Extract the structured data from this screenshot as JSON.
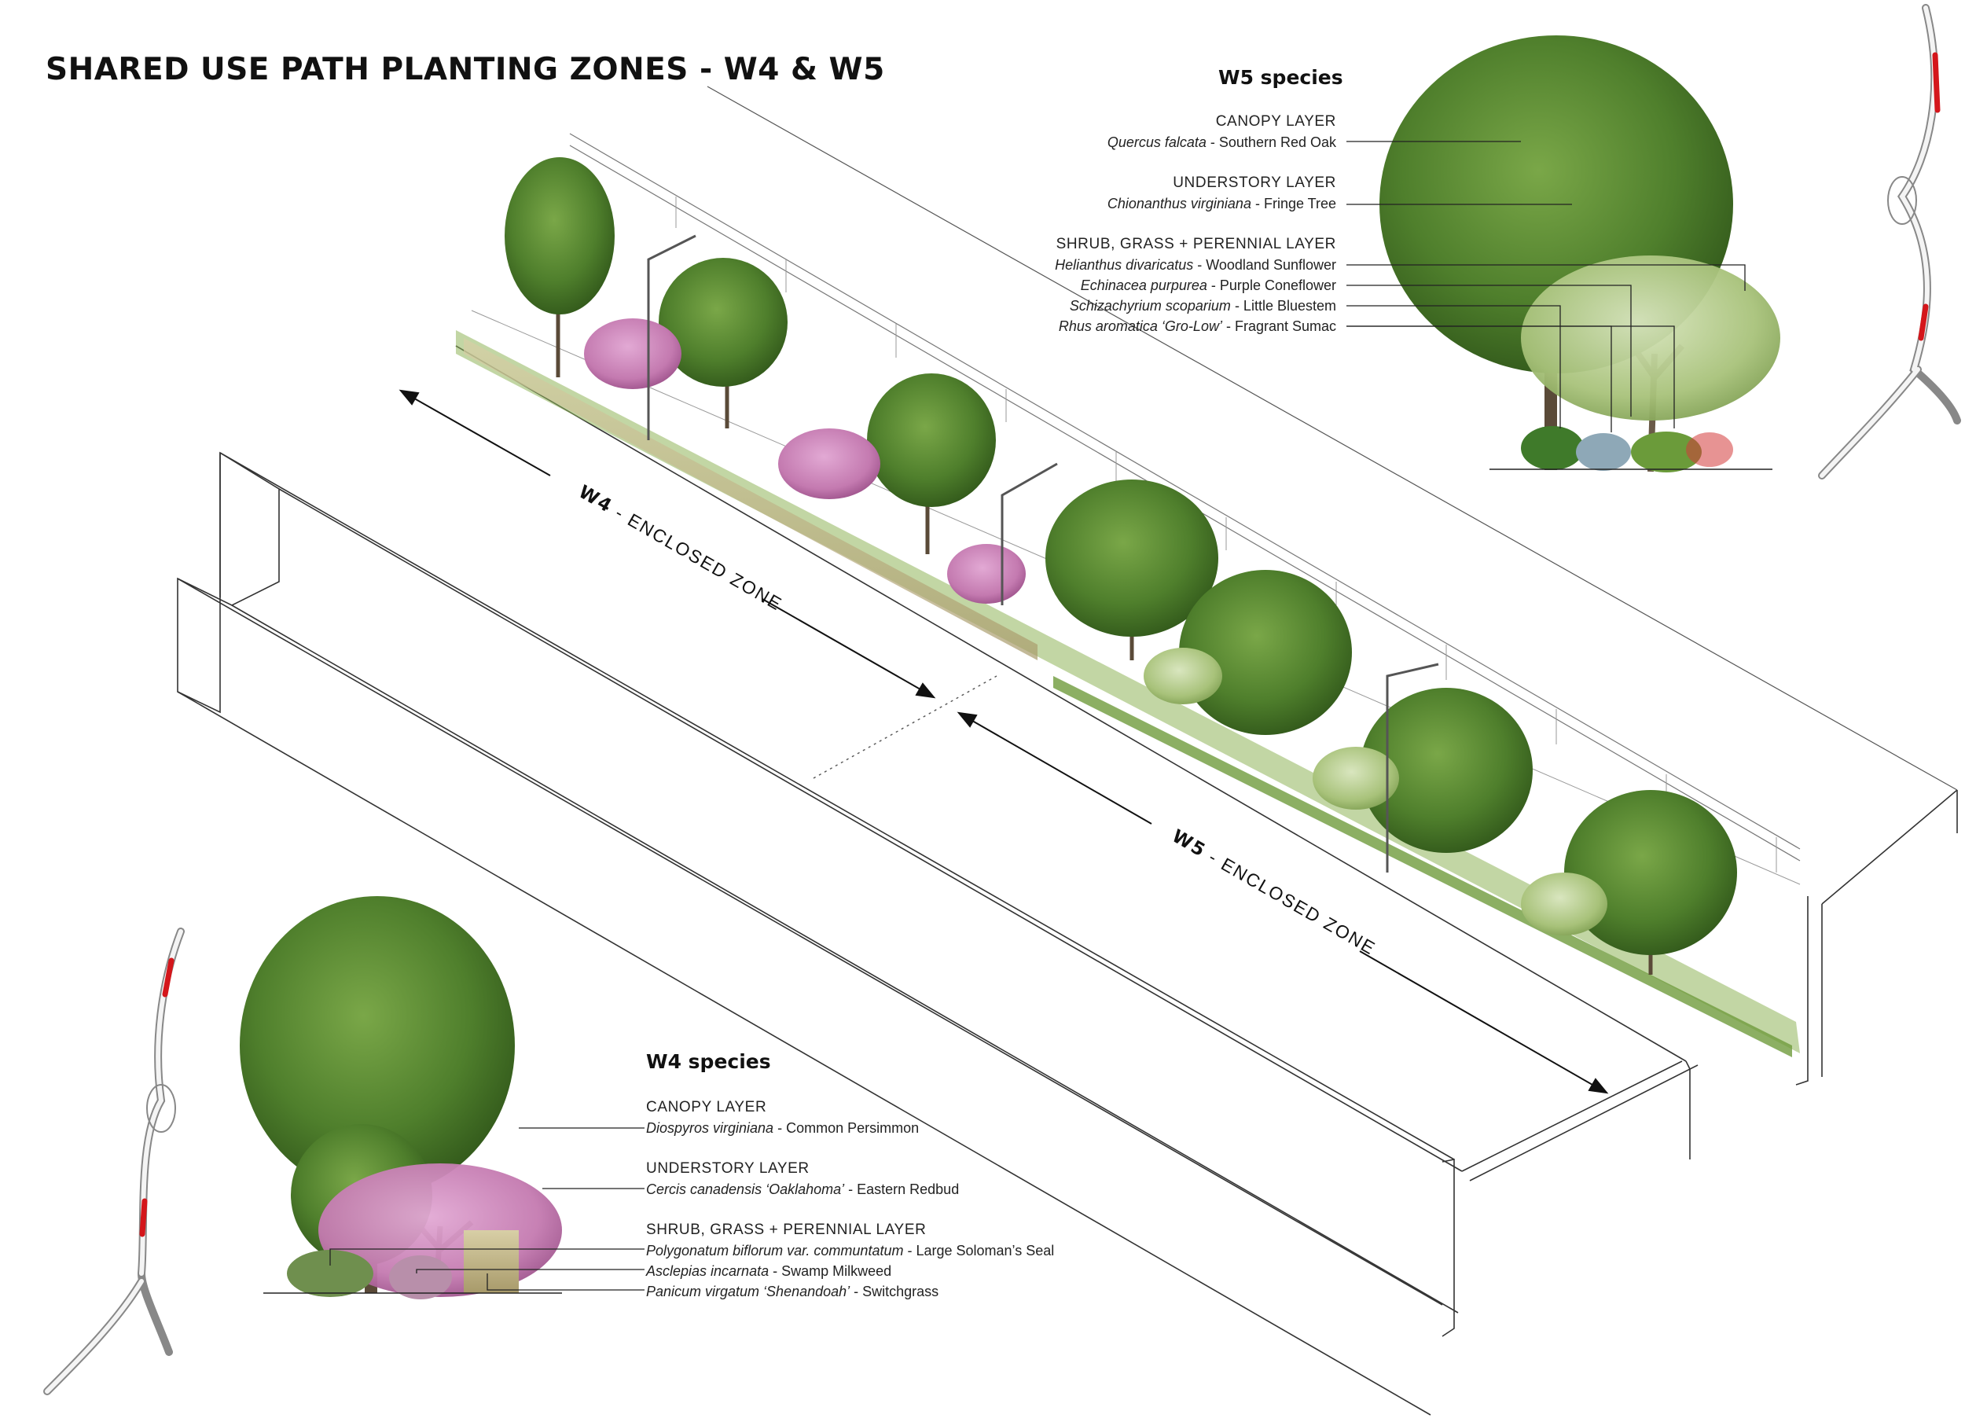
{
  "title": "SHARED USE PATH PLANTING ZONES - W4 & W5",
  "colors": {
    "ink": "#111111",
    "canopy_green": "#4f7f2c",
    "understory_green": "#8fb45a",
    "redbud_pink": "#c47ab0",
    "grass_tan": "#c9b98a",
    "highlight_red": "#d4161b"
  },
  "w5": {
    "heading": "W5 species",
    "canopy_label": "CANOPY LAYER",
    "canopy_sci": "Quercus falcata",
    "canopy_common": " - Southern Red Oak",
    "understory_label": "UNDERSTORY LAYER",
    "understory_sci": "Chionanthus virginiana",
    "understory_common": " - Fringe Tree",
    "shrub_label": "SHRUB, GRASS + PERENNIAL LAYER",
    "shrub_items": [
      {
        "sci": "Helianthus divaricatus",
        "common": " - Woodland Sunflower"
      },
      {
        "sci": "Echinacea purpurea",
        "common": " - Purple Coneflower"
      },
      {
        "sci": "Schizachyrium scoparium",
        "common": " - Little Bluestem"
      },
      {
        "sci": "Rhus aromatica ‘Gro-Low’",
        "common": " - Fragrant Sumac"
      }
    ]
  },
  "w4": {
    "heading": "W4 species",
    "canopy_label": "CANOPY LAYER",
    "canopy_sci": "Diospyros virginiana",
    "canopy_common": " - Common Persimmon",
    "understory_label": "UNDERSTORY LAYER",
    "understory_sci": "Cercis canadensis ‘Oaklahoma’",
    "understory_common": " - Eastern Redbud",
    "shrub_label": "SHRUB, GRASS + PERENNIAL LAYER",
    "shrub_items": [
      {
        "sci": "Polygonatum biflorum var. communtatum",
        "common": " - Large Soloman’s Seal"
      },
      {
        "sci": "Asclepias incarnata",
        "common": " - Swamp Milkweed"
      },
      {
        "sci": "Panicum virgatum ‘Shenandoah’",
        "common": " - Switchgrass"
      }
    ]
  },
  "zones": {
    "w4_code": "W4",
    "w4_rest": " - ENCLOSED ZONE",
    "w5_code": "W5",
    "w5_rest": " - ENCLOSED ZONE"
  }
}
